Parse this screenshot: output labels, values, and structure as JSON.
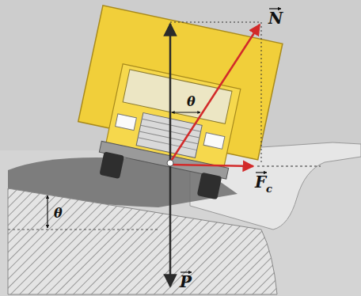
{
  "diagram": {
    "labels": [
      "N",
      "θ",
      "F",
      "c",
      "θ",
      "P"
    ]
  }
}
